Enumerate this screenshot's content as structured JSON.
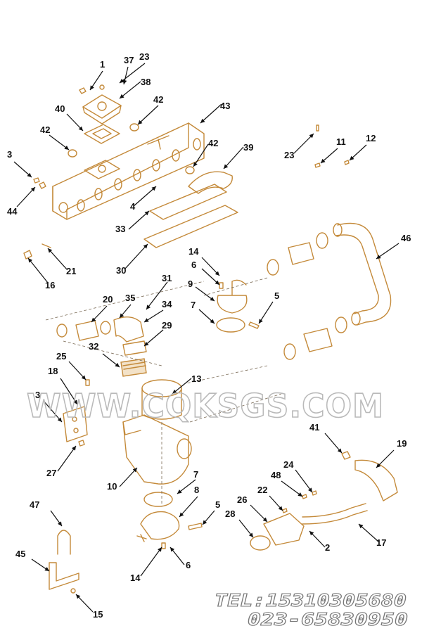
{
  "watermark": "WWW.CQKSGS.COM",
  "contact": {
    "tel": "TEL:15310305680",
    "phone": "023-65830950"
  },
  "colors": {
    "part_line": "#c48a3a",
    "leader": "#111111",
    "watermark": "#b9b9b9"
  },
  "callouts": [
    {
      "id": "c1",
      "label": "1"
    },
    {
      "id": "c37",
      "label": "37"
    },
    {
      "id": "c23a",
      "label": "23"
    },
    {
      "id": "c38",
      "label": "38"
    },
    {
      "id": "c40",
      "label": "40"
    },
    {
      "id": "c42a",
      "label": "42"
    },
    {
      "id": "c43",
      "label": "43"
    },
    {
      "id": "c42b",
      "label": "42"
    },
    {
      "id": "c3a",
      "label": "3"
    },
    {
      "id": "c44",
      "label": "44"
    },
    {
      "id": "c42c",
      "label": "42"
    },
    {
      "id": "c39",
      "label": "39"
    },
    {
      "id": "c4",
      "label": "4"
    },
    {
      "id": "c33",
      "label": "33"
    },
    {
      "id": "c23b",
      "label": "23"
    },
    {
      "id": "c11",
      "label": "11"
    },
    {
      "id": "c12",
      "label": "12"
    },
    {
      "id": "c21",
      "label": "21"
    },
    {
      "id": "c16",
      "label": "16"
    },
    {
      "id": "c30",
      "label": "30"
    },
    {
      "id": "c14a",
      "label": "14"
    },
    {
      "id": "c6a",
      "label": "6"
    },
    {
      "id": "c46",
      "label": "46"
    },
    {
      "id": "c9",
      "label": "9"
    },
    {
      "id": "c5a",
      "label": "5"
    },
    {
      "id": "c7a",
      "label": "7"
    },
    {
      "id": "c31",
      "label": "31"
    },
    {
      "id": "c20",
      "label": "20"
    },
    {
      "id": "c35",
      "label": "35"
    },
    {
      "id": "c34",
      "label": "34"
    },
    {
      "id": "c29",
      "label": "29"
    },
    {
      "id": "c32",
      "label": "32"
    },
    {
      "id": "c25",
      "label": "25"
    },
    {
      "id": "c18",
      "label": "18"
    },
    {
      "id": "c13",
      "label": "13"
    },
    {
      "id": "c3b",
      "label": "3"
    },
    {
      "id": "c41",
      "label": "41"
    },
    {
      "id": "c19",
      "label": "19"
    },
    {
      "id": "c27",
      "label": "27"
    },
    {
      "id": "c10",
      "label": "10"
    },
    {
      "id": "c7b",
      "label": "7"
    },
    {
      "id": "c24",
      "label": "24"
    },
    {
      "id": "c48",
      "label": "48"
    },
    {
      "id": "c8",
      "label": "8"
    },
    {
      "id": "c22",
      "label": "22"
    },
    {
      "id": "c26",
      "label": "26"
    },
    {
      "id": "c47",
      "label": "47"
    },
    {
      "id": "c5b",
      "label": "5"
    },
    {
      "id": "c28",
      "label": "28"
    },
    {
      "id": "c2",
      "label": "2"
    },
    {
      "id": "c17",
      "label": "17"
    },
    {
      "id": "c45",
      "label": "45"
    },
    {
      "id": "c14b",
      "label": "14"
    },
    {
      "id": "c6b",
      "label": "6"
    },
    {
      "id": "c15",
      "label": "15"
    }
  ]
}
